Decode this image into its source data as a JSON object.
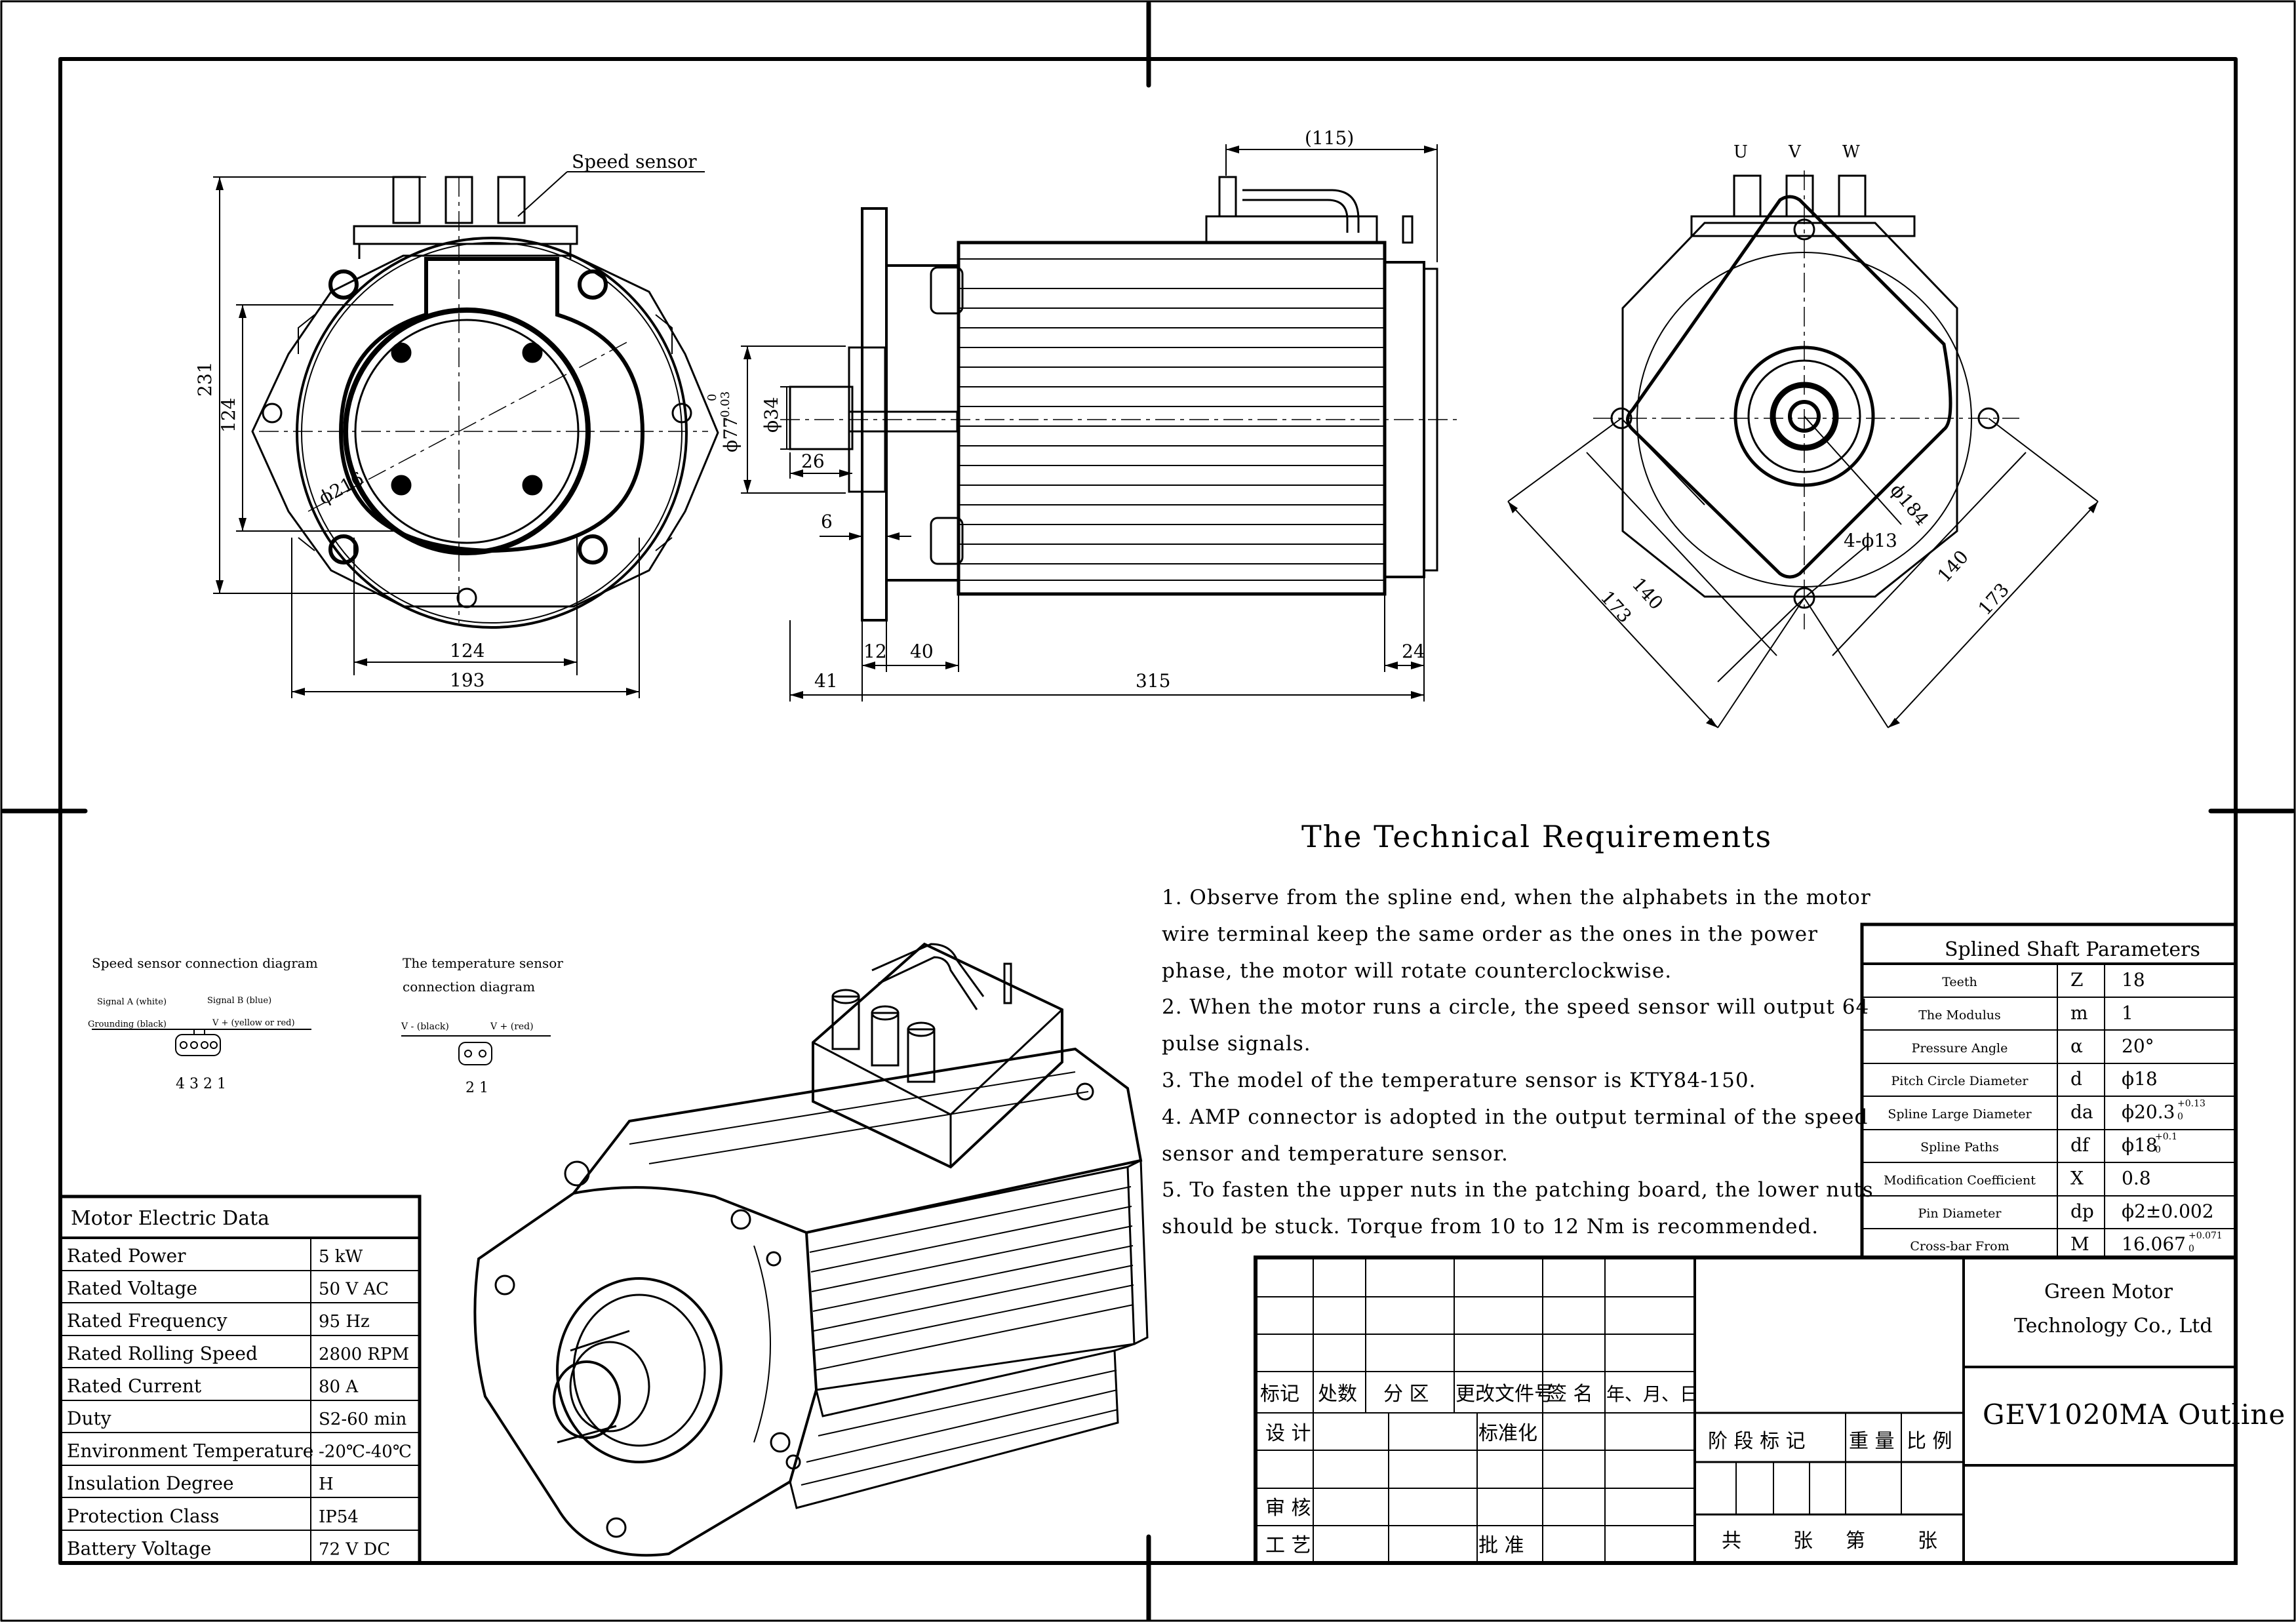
{
  "views": {
    "front": {
      "speed_sensor_label": "Speed sensor",
      "dim_231": "231",
      "dim_124_v": "124",
      "dim_phi216": "ϕ216",
      "dim_124_h": "124",
      "dim_193": "193"
    },
    "side": {
      "dim_115": "(115)",
      "dim_phi77_main": "ϕ77",
      "dim_phi77_tol_upper": "0",
      "dim_phi77_tol_lower": "-0.03",
      "dim_phi34": "ϕ34",
      "dim_26": "26",
      "dim_6": "6",
      "dim_12": "12",
      "dim_40": "40",
      "dim_24": "24",
      "dim_41": "41",
      "dim_315": "315"
    },
    "rear": {
      "label_u": "U",
      "label_v": "V",
      "label_w": "W",
      "dim_4phi13": "4-ϕ13",
      "dim_phi184": "ϕ184",
      "dim_140_left": "140",
      "dim_173_left": "173",
      "dim_140_right": "140",
      "dim_173_right": "173"
    }
  },
  "speed_sensor_diagram": {
    "title": "Speed sensor connection diagram",
    "signal_a": "Signal A (white)",
    "signal_b": "Signal B (blue)",
    "grounding": "Grounding (black)",
    "vplus": "V + (yellow or red)",
    "pins": "4 3 2 1"
  },
  "temp_sensor_diagram": {
    "title_line1": "The temperature sensor",
    "title_line2": "connection diagram",
    "vminus": "V - (black)",
    "vplus": "V + (red)",
    "pins": "2 1"
  },
  "technical_requirements": {
    "title": "The Technical Requirements",
    "items": [
      "1. Observe from the spline end, when the alphabets in the motor wire terminal keep the same order as the ones in the power phase, the motor will rotate counterclockwise.",
      "2. When the motor runs a circle, the speed sensor will output 64 pulse signals.",
      "3. The model of the temperature sensor is KTY84-150.",
      "4. AMP connector is adopted in the output terminal of the speed sensor and temperature sensor.",
      "5. To fasten the upper nuts in the patching board, the lower nuts should be stuck. Torque from 10 to 12 Nm is recommended."
    ]
  },
  "spline_table": {
    "title": "Splined Shaft Parameters",
    "rows": [
      {
        "name": "Teeth",
        "symbol": "Z",
        "value": "18"
      },
      {
        "name": "The Modulus",
        "symbol": "m",
        "value": "1"
      },
      {
        "name": "Pressure Angle",
        "symbol": "α",
        "value": "20°"
      },
      {
        "name": "Pitch Circle Diameter",
        "symbol": "d",
        "value": "ϕ18"
      },
      {
        "name": "Spline Large Diameter",
        "symbol": "da",
        "value": "ϕ20.3",
        "tol_upper": "+0.13",
        "tol_lower": "0"
      },
      {
        "name": "Spline Paths",
        "symbol": "df",
        "value": "ϕ18",
        "tol_upper": "+0.1",
        "tol_lower": "0"
      },
      {
        "name": "Modification Coefficient",
        "symbol": "X",
        "value": "0.8"
      },
      {
        "name": "Pin Diameter",
        "symbol": "dp",
        "value": "ϕ2±0.002"
      },
      {
        "name": "Cross-bar From",
        "symbol": "M",
        "value": "16.067",
        "tol_upper": "+0.071",
        "tol_lower": "0"
      }
    ]
  },
  "electric_table": {
    "title": "Motor Electric Data",
    "rows": [
      {
        "name": "Rated Power",
        "value": "5 kW"
      },
      {
        "name": "Rated Voltage",
        "value": "50 V AC"
      },
      {
        "name": "Rated Frequency",
        "value": "95 Hz"
      },
      {
        "name": "Rated Rolling Speed",
        "value": "2800 RPM"
      },
      {
        "name": "Rated Current",
        "value": "80 A"
      },
      {
        "name": "Duty",
        "value": "S2-60 min"
      },
      {
        "name": "Environment Temperature",
        "value": "-20℃-40℃"
      },
      {
        "name": "Insulation Degree",
        "value": "H"
      },
      {
        "name": "Protection Class",
        "value": "IP54"
      },
      {
        "name": "Battery Voltage",
        "value": "72 V DC"
      }
    ]
  },
  "title_block": {
    "company_line1": "Green Motor",
    "company_line2": "Technology Co., Ltd",
    "drawing_title": "GEV1020MA Outline",
    "headers": [
      "标记",
      "处数",
      "分 区",
      "更改文件号",
      "签 名",
      "年、月、日"
    ],
    "design": "设 计",
    "standardize": "标准化",
    "review": "审 核",
    "process": "工 艺",
    "approve": "批 准",
    "stage_mark": "阶 段 标 记",
    "weight": "重 量",
    "scale": "比 例",
    "total": "共",
    "sheets": "张",
    "page": "第",
    "sheet_end": "张"
  }
}
